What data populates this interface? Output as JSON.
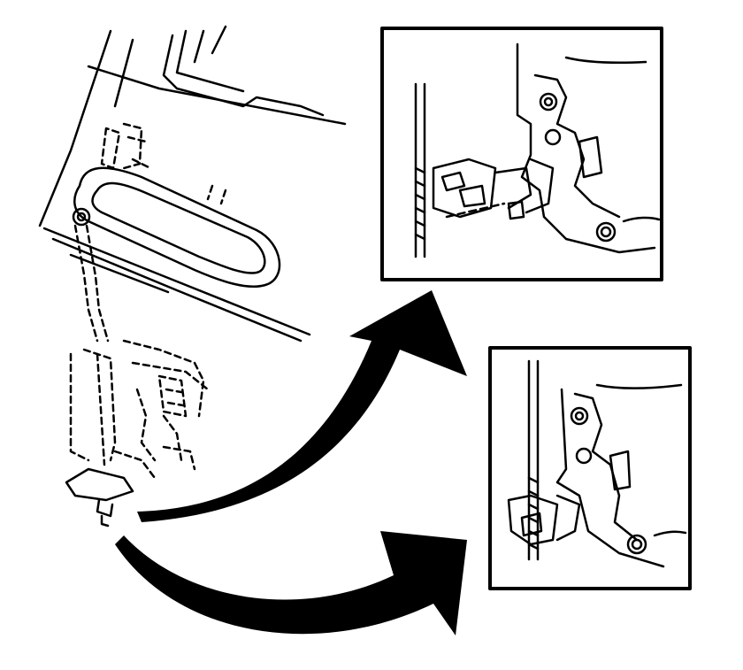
{
  "diagram": {
    "line_color": "#000000",
    "background_color": "#ffffff",
    "views": [
      {
        "id": "overview",
        "content": "door-handle-lock-assembly"
      },
      {
        "id": "detail-top",
        "content": "lock-rod-clip-disengaged"
      },
      {
        "id": "detail-bottom",
        "content": "lock-rod-clip-engaged"
      }
    ],
    "arrows": [
      {
        "from": "overview",
        "to": "detail-top"
      },
      {
        "from": "overview",
        "to": "detail-bottom"
      }
    ]
  }
}
